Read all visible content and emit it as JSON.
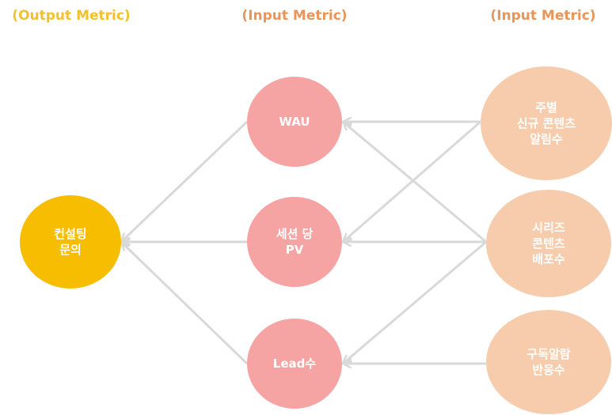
{
  "headers": {
    "output": "(Output Metric)",
    "input1": "(Input Metric)",
    "input2": "(Input Metric)"
  },
  "nodes": {
    "consult": "컨설팅\n문의",
    "wau": "WAU",
    "pv": "세션 당\nPV",
    "lead": "Lead수",
    "notify": "주별\n신규 콘텐츠\n알림수",
    "series": "시리즈\n콘텐츠\n배포수",
    "subscribe": "구독알람\n반응수"
  },
  "edges": [
    {
      "from": "wau",
      "to": "consult"
    },
    {
      "from": "pv",
      "to": "consult"
    },
    {
      "from": "lead",
      "to": "consult"
    },
    {
      "from": "notify",
      "to": "wau"
    },
    {
      "from": "notify",
      "to": "pv"
    },
    {
      "from": "series",
      "to": "wau"
    },
    {
      "from": "series",
      "to": "pv"
    },
    {
      "from": "series",
      "to": "lead"
    },
    {
      "from": "subscribe",
      "to": "lead"
    }
  ],
  "colors": {
    "output_header": "#f2c12e",
    "input_header": "#e8955a",
    "output_node": "#f7bd00",
    "input1_node": "#f6a3a3",
    "input2_node": "#f7ccac",
    "edge": "#d9d9d9"
  }
}
